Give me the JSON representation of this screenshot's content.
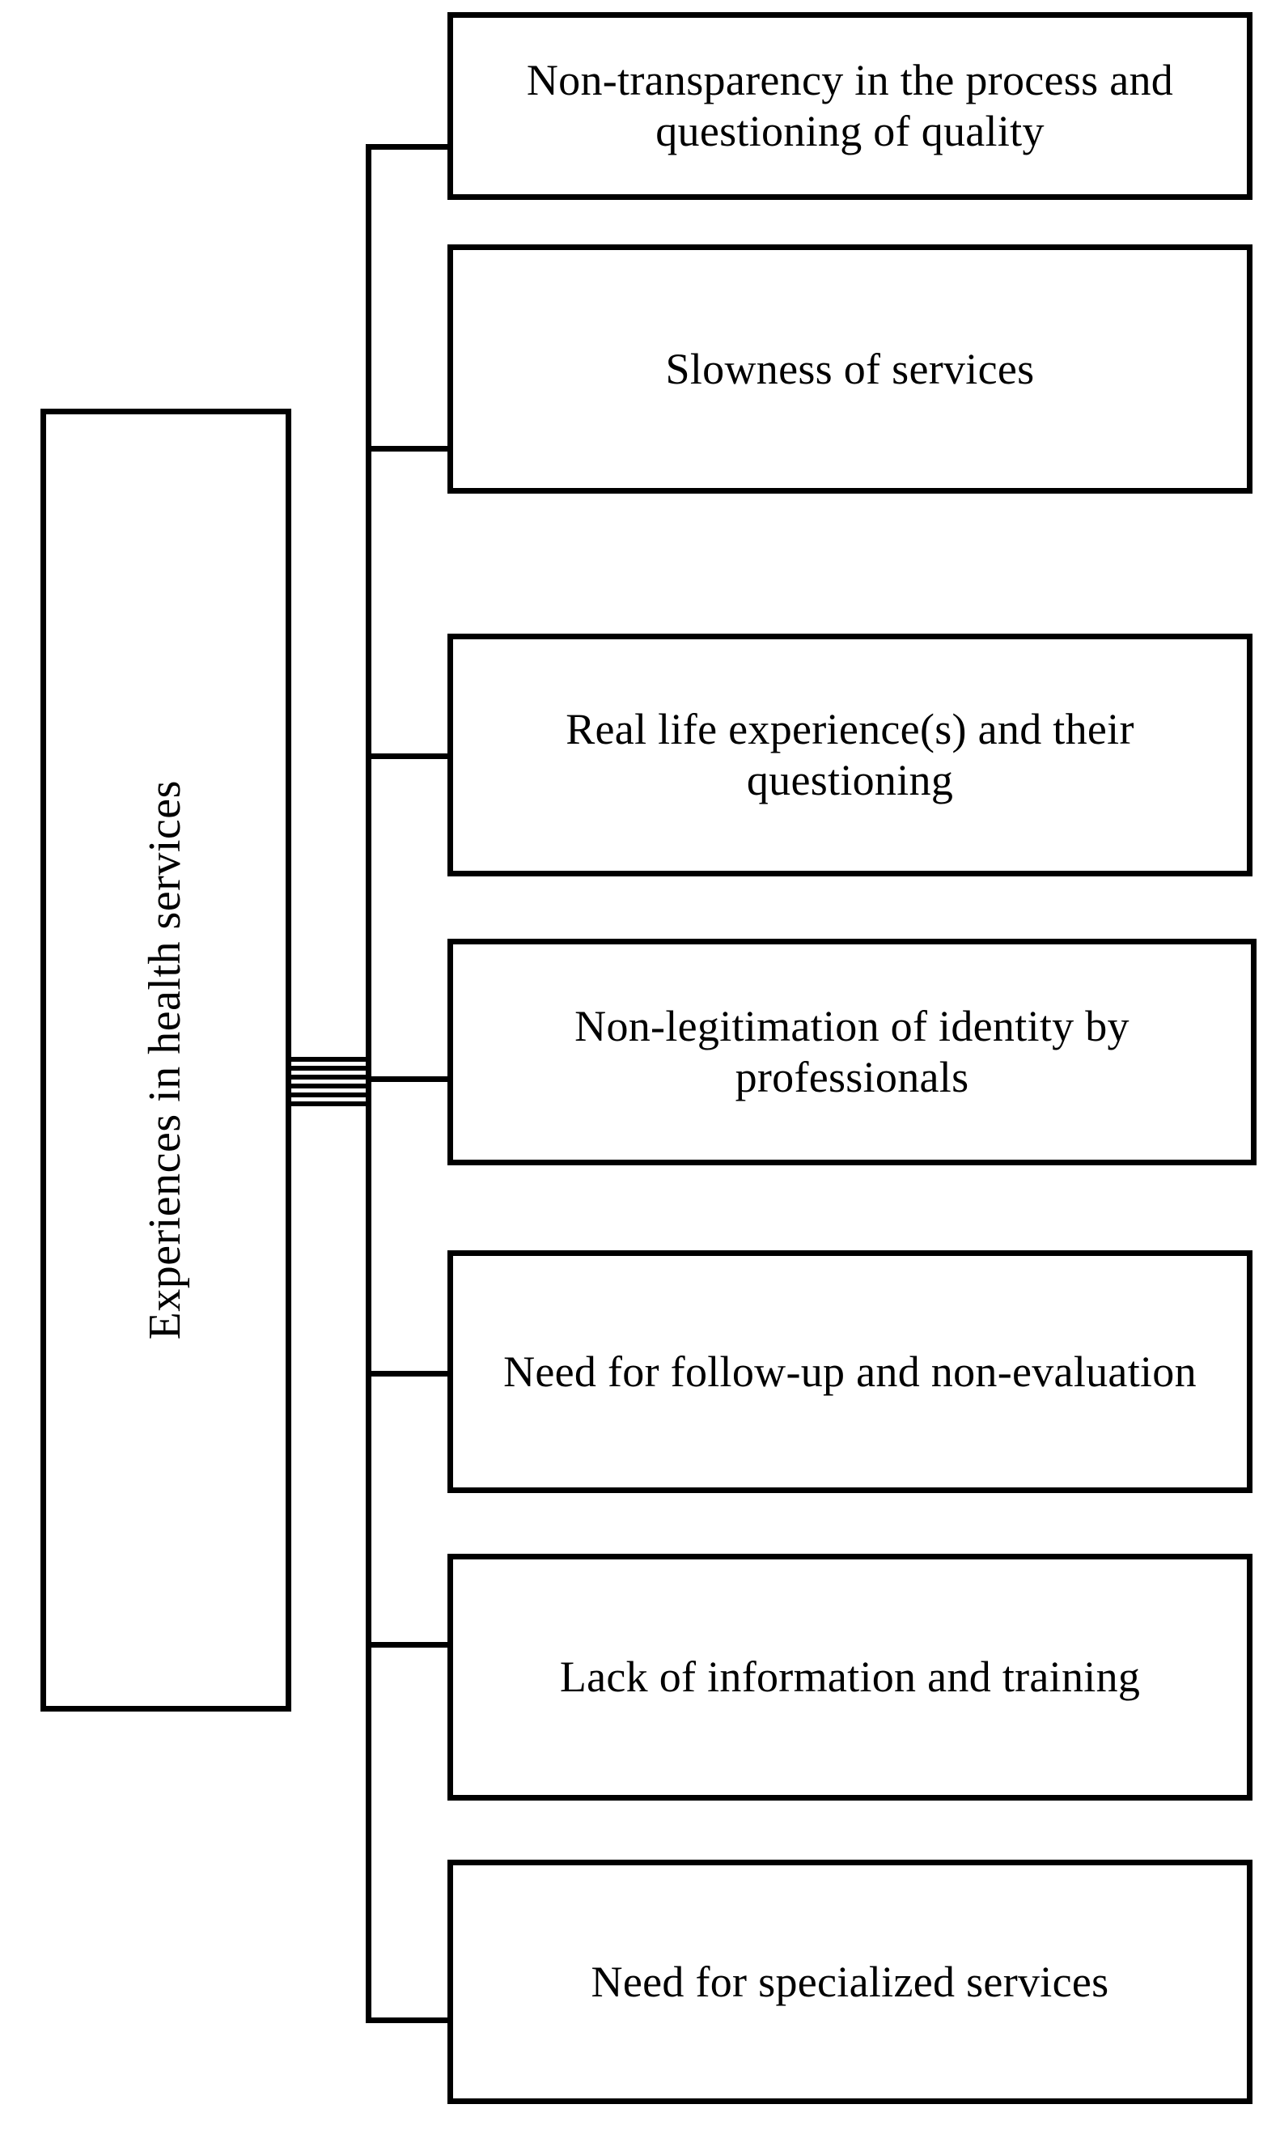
{
  "diagram": {
    "type": "tree",
    "orientation": "left-root-right-leaves",
    "root": {
      "label": "Experiences  in health services",
      "orientation": "vertical-rotated"
    },
    "nodes": [
      {
        "id": "node-1",
        "label": "Non-transparency in the process and questioning of quality"
      },
      {
        "id": "node-2",
        "label": "Slowness of services"
      },
      {
        "id": "node-3",
        "label": "Real life experience(s) and their questioning"
      },
      {
        "id": "node-4",
        "label": "Non-legitimation of identity by professionals"
      },
      {
        "id": "node-5",
        "label": "Need for follow-up and non-evaluation"
      },
      {
        "id": "node-6",
        "label": "Lack  of information and training"
      },
      {
        "id": "node-7",
        "label": "Need for specialized services"
      }
    ],
    "colors": {
      "stroke": "#000000",
      "fill": "#ffffff",
      "text": "#000000"
    }
  }
}
